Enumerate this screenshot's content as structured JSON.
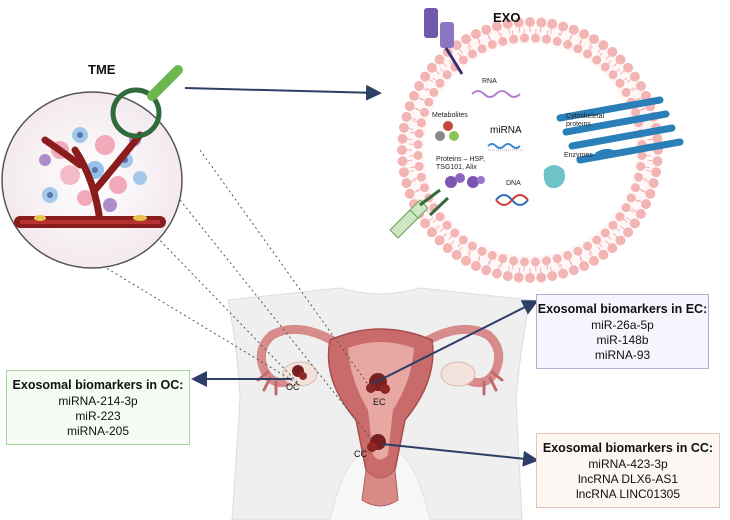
{
  "labels": {
    "tme": "TME",
    "exo": "EXO",
    "rna": "RNA",
    "metabolites": "Metabolites",
    "mirna": "miRNA",
    "cytoskeletal": "Cytoskeletal proteins",
    "enzymes": "Enzymes",
    "proteins": "Proteins – HSP, TSG101, Alix",
    "dna": "DNA",
    "oc": "OC",
    "ec": "EC",
    "cc": "CC"
  },
  "boxes": {
    "oc": {
      "title": "Exosomal biomarkers in OC:",
      "items": [
        "miRNA-214-3p",
        "miR-223",
        "miRNA-205"
      ],
      "border": "#a6d6a0",
      "bg": "#f6fbf4"
    },
    "ec": {
      "title": "Exosomal biomarkers in EC:",
      "items": [
        "miR-26a-5p",
        "miR-148b",
        "miRNA-93"
      ],
      "border": "#b7acd6",
      "bg": "#f6f4fc"
    },
    "cc": {
      "title": "Exosomal biomarkers in CC:",
      "items": [
        "miRNA-423-3p",
        "lncRNA DLX6-AS1",
        "lncRNA LINC01305"
      ],
      "border": "#e6c5b5",
      "bg": "#fdf7f3"
    }
  },
  "colors": {
    "arrow": "#2d3f66",
    "vesicle": "#f2b5b3",
    "vessel": "#8b1c1c",
    "magnifier": "#2f6b3c",
    "uterus": "#c96b6b"
  }
}
